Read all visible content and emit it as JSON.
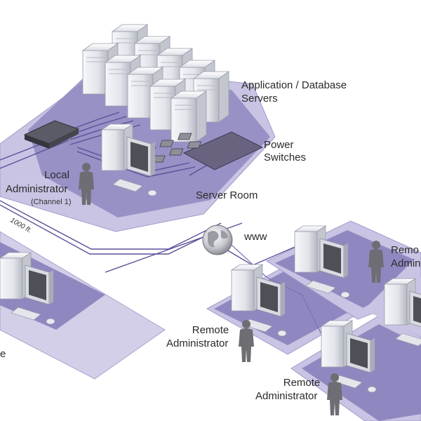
{
  "labels": {
    "app_servers_line1": "Application / Database",
    "app_servers_line2": "Servers",
    "power_line1": "Power",
    "power_line2": "Switches",
    "local_admin_line1": "Local",
    "local_admin_line2": "Administrator",
    "local_admin_channel": "(Channel 1)",
    "server_room": "Server Room",
    "distance": "1000 ft.",
    "www": "www",
    "remote_admin_top_right_line1": "Remo",
    "remote_admin_top_right_line2": "Admin",
    "remote_admin_middle_line1": "Remote",
    "remote_admin_middle_line2": "Administrator",
    "remote_admin_bottom_line1": "Remote",
    "remote_admin_bottom_line2": "Administrator",
    "left_edge_fragment": "e"
  },
  "colors": {
    "platform": "#9b94c6",
    "platform_light": "#c7c2e2",
    "cable": "#5a4f9a",
    "server_body": "#eef0f4",
    "server_shade": "#b9bcc6",
    "person": "#6d6d73",
    "switch": "#4a4a55"
  }
}
